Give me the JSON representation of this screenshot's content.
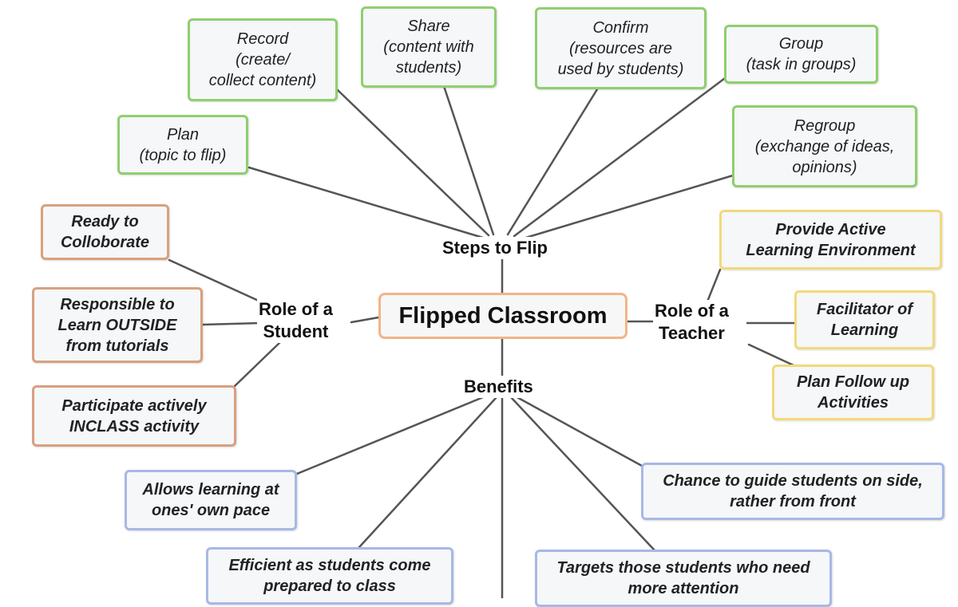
{
  "center_title": "Flipped Classroom",
  "hubs": {
    "steps": "Steps to Flip",
    "benefits": "Benefits",
    "student": [
      "Role of a",
      "Student"
    ],
    "teacher": [
      "Role of a",
      "Teacher"
    ]
  },
  "steps": {
    "record": [
      "Record",
      "(create/",
      "collect content)"
    ],
    "share": [
      "Share",
      "(content with",
      "students)"
    ],
    "confirm": [
      "Confirm",
      "(resources are",
      "used by students)"
    ],
    "group": [
      "Group",
      "(task in groups)"
    ],
    "plan": [
      "Plan",
      "(topic to flip)"
    ],
    "regroup": [
      "Regroup",
      "(exchange of ideas,",
      "opinions)"
    ]
  },
  "student_roles": {
    "ready": [
      "Ready to",
      "Colloborate"
    ],
    "responsible": [
      "Responsible to",
      "Learn OUTSIDE",
      "from tutorials"
    ],
    "participate": [
      "Participate actively",
      "INCLASS activity"
    ]
  },
  "teacher_roles": {
    "provide": [
      "Provide Active",
      "Learning Environment"
    ],
    "facilitator": [
      "Facilitator of",
      "Learning"
    ],
    "plan_follow": [
      "Plan Follow up",
      "Activities"
    ]
  },
  "benefits_list": {
    "pace": [
      "Allows learning at",
      "ones' own pace"
    ],
    "guide": [
      "Chance to guide students on side,",
      "rather from front"
    ],
    "efficient": [
      "Efficient as students come",
      "prepared to class"
    ],
    "targets": [
      "Targets those students who need",
      "more attention"
    ]
  },
  "colors": {
    "steps_border": "#8fcf6e",
    "student_border": "#d9a07e",
    "teacher_border": "#f2d97a",
    "benefits_border": "#a8b8e6",
    "center_border": "#f2b48a",
    "connector": "#555555"
  }
}
